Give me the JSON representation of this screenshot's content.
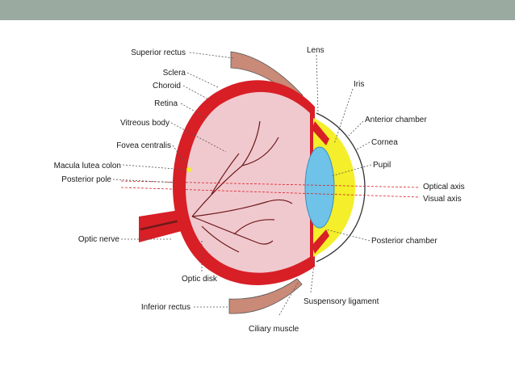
{
  "colors": {
    "banner": "#9aaaa0",
    "sclera": "#d81f26",
    "vitreous": "#f0c9cf",
    "lens": "#6fc3e8",
    "aqueous": "#f4ef2a",
    "vessels": "#6e1a1a",
    "muscle": "#c98a78",
    "leader": "#555555"
  },
  "labels": {
    "superior_rectus": "Superior rectus",
    "sclera": "Sclera",
    "choroid": "Choroid",
    "retina": "Retina",
    "vitreous_body": "Vitreous body",
    "fovea_centralis": "Fovea centralis",
    "macula_lutea": "Macula lutea colon",
    "posterior_pole": "Posterior pole",
    "optic_nerve": "Optic nerve",
    "optic_disk": "Optic disk",
    "inferior_rectus": "Inferior rectus",
    "lens": "Lens",
    "iris": "Iris",
    "anterior_chamber": "Anterior chamber",
    "cornea": "Cornea",
    "pupil": "Pupil",
    "optical_axis": "Optical axis",
    "visual_axis": "Visual axis",
    "posterior_chamber": "Posterior chamber",
    "suspensory_ligament": "Suspensory ligament",
    "ciliary_muscle": "Ciliary muscle"
  }
}
